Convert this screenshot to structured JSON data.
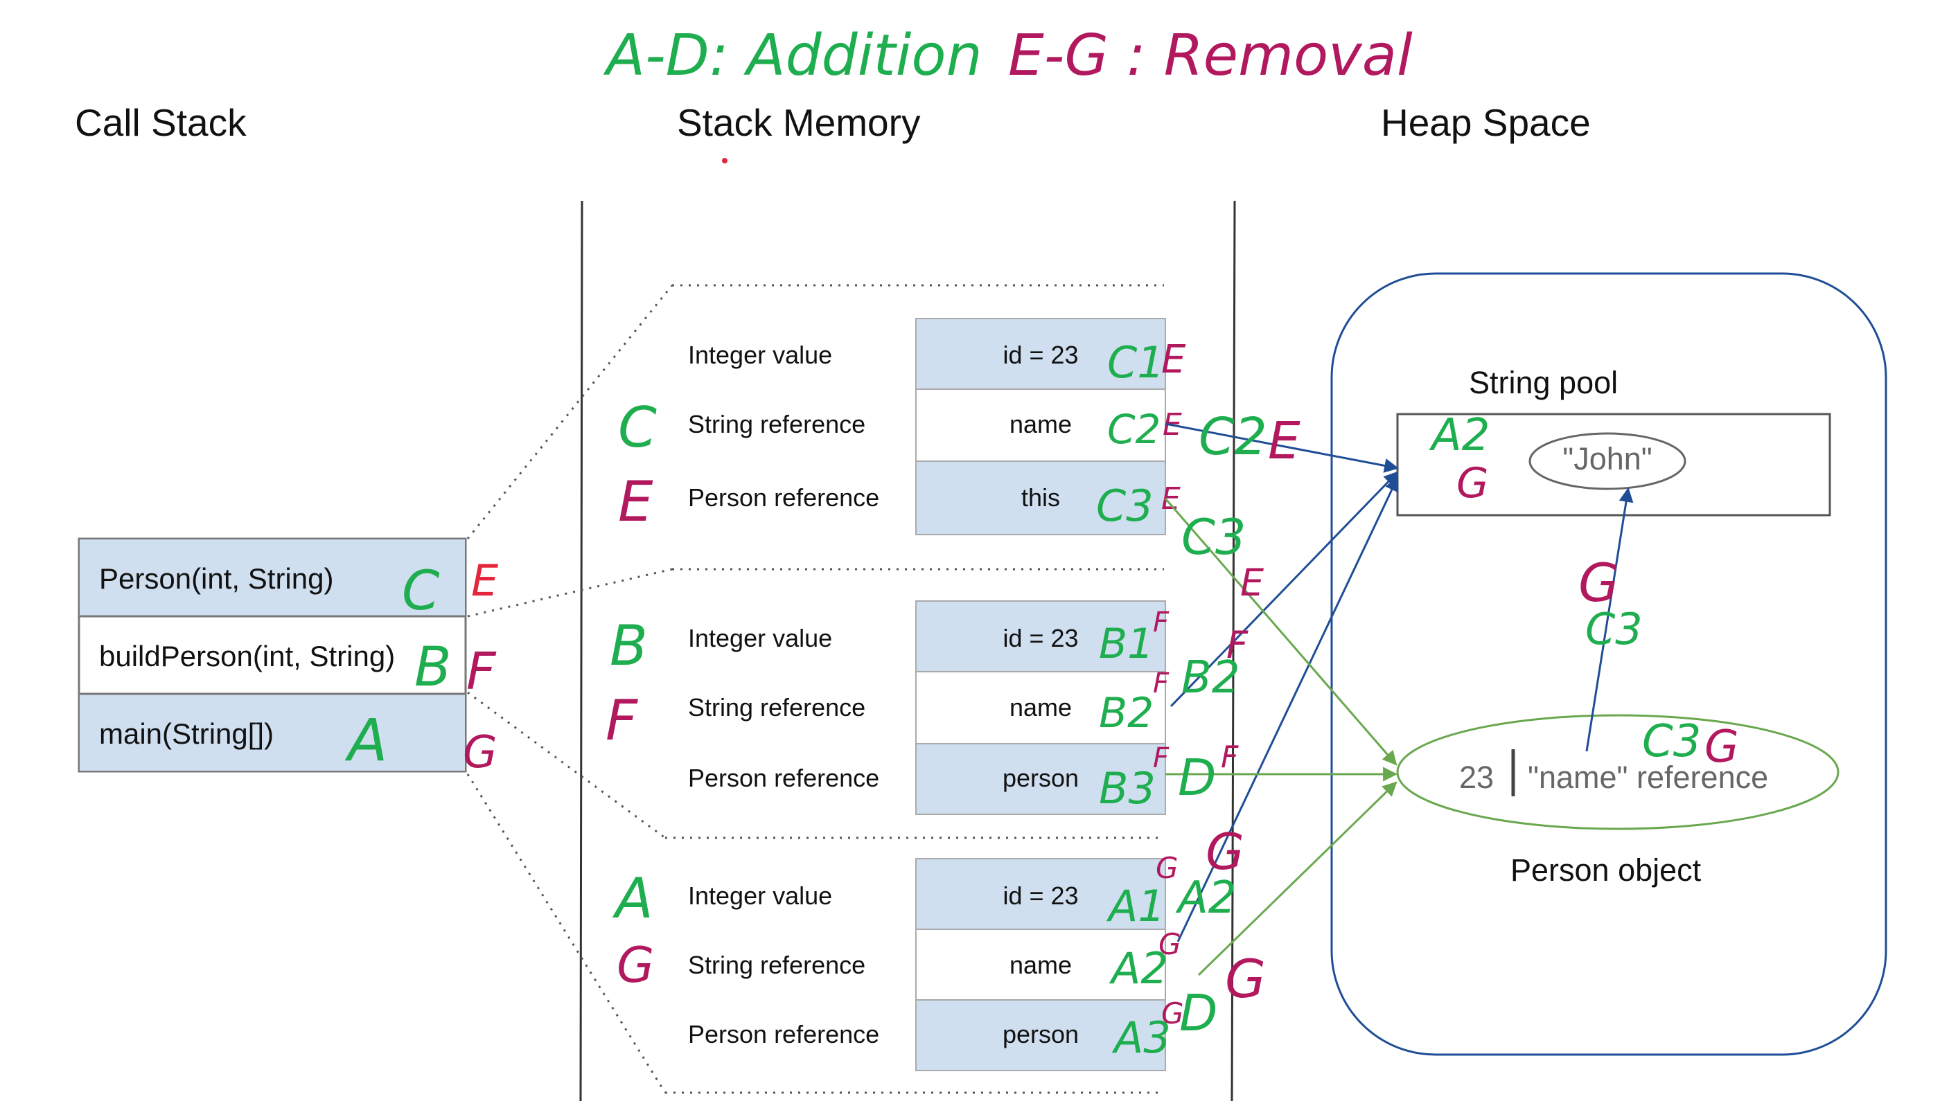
{
  "legend": {
    "addition": "A-D: Addition",
    "removal": "E-G : Removal"
  },
  "titles": {
    "call_stack": "Call Stack",
    "stack_memory": "Stack Memory",
    "heap_space": "Heap Space"
  },
  "call_stack": [
    {
      "label": "Person(int, String)",
      "add": "C",
      "remove": "E"
    },
    {
      "label": "buildPerson(int, String)",
      "add": "B",
      "remove": "F"
    },
    {
      "label": "main(String[])",
      "add": "A",
      "remove": "G"
    }
  ],
  "frames": [
    {
      "add": "C",
      "remove": "E",
      "rows": [
        {
          "type": "Integer value",
          "value": "id = 23",
          "tag": "C1",
          "tag_remove": "E"
        },
        {
          "type": "String reference",
          "value": "name",
          "tag": "C2",
          "tag_remove": "E"
        },
        {
          "type": "Person reference",
          "value": "this",
          "tag": "C3",
          "tag_remove": "E"
        }
      ]
    },
    {
      "add": "B",
      "remove": "F",
      "rows": [
        {
          "type": "Integer value",
          "value": "id = 23",
          "tag": "B1",
          "tag_remove": "F"
        },
        {
          "type": "String reference",
          "value": "name",
          "tag": "B2",
          "tag_remove": "F"
        },
        {
          "type": "Person reference",
          "value": "person",
          "tag": "B3",
          "tag_remove": "F"
        }
      ]
    },
    {
      "add": "A",
      "remove": "G",
      "rows": [
        {
          "type": "Integer value",
          "value": "id = 23",
          "tag": "A1",
          "tag_remove": "G"
        },
        {
          "type": "String reference",
          "value": "name",
          "tag": "A2",
          "tag_remove": "G"
        },
        {
          "type": "Person reference",
          "value": "person",
          "tag": "A3",
          "tag_remove": "G"
        }
      ]
    }
  ],
  "heap": {
    "string_pool_label": "String pool",
    "john": "\"John\"",
    "person_id": "23",
    "person_ref": "\"name\" reference",
    "person_label": "Person object"
  },
  "annotations": {
    "c2_arrow": "C2",
    "c2_arrow_rm": "E",
    "c3_arrow": "C3",
    "c3_arrow_rm": "E",
    "b2_arrow": "B2",
    "b2_arrow_rm": "F",
    "d_arrow": "D",
    "d_arrow_rm": "F",
    "a2_arrow": "A2",
    "a2_arrow_rm": "G",
    "d2_arrow": "D",
    "d2_arrow_rm": "G",
    "pool_add": "A2",
    "pool_rm": "G",
    "pool_link_rm": "G",
    "pool_link_add": "C3",
    "person_add": "C3",
    "person_rm": "G"
  },
  "colors": {
    "cell_blue": "#cfdff0",
    "arrow_blue": "#1f4e96",
    "arrow_green": "#6aa84f",
    "hand_green": "#1fae4f",
    "hand_magenta": "#b2185d",
    "hand_red": "#e3263c"
  }
}
